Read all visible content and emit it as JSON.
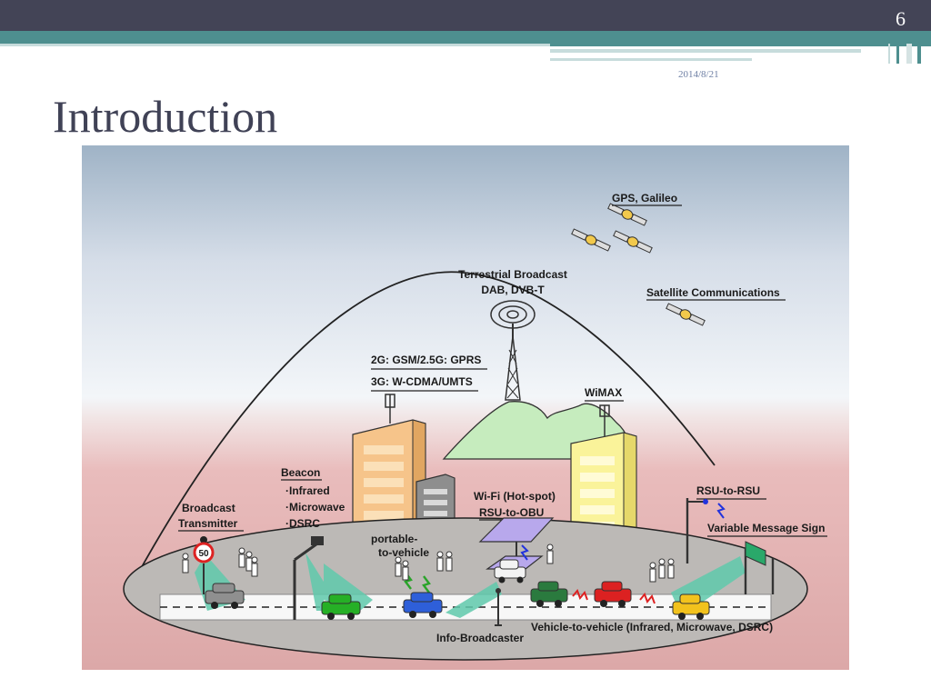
{
  "slide": {
    "number": "6",
    "date": "2014/8/21",
    "title": "Introduction"
  },
  "diagram": {
    "labels": {
      "gps": "GPS, Galileo",
      "terrestrial_line1": "Terrestrial Broadcast",
      "terrestrial_line2": "DAB, DVB-T",
      "satellite": "Satellite Communications",
      "gsm": "2G: GSM/2.5G: GPRS",
      "wcdma": "3G: W-CDMA/UMTS",
      "wimax": "WiMAX",
      "beacon": "Beacon",
      "beacon_infrared": "·Infrared",
      "beacon_microwave": "·Microwave",
      "beacon_dsrc": "·DSRC",
      "wifi": "Wi-Fi (Hot-spot)",
      "rsu_to_obu": "RSU-to-OBU",
      "rsu_to_rsu": "RSU-to-RSU",
      "variable_sign": "Variable Message Sign",
      "broadcast_line1": "Broadcast",
      "broadcast_line2": "Transmitter",
      "portable_line1": "portable-",
      "portable_line2": "to-vehicle",
      "info_broadcaster": "Info-Broadcaster",
      "v2v": "Vehicle-to-vehicle (Infrared, Microwave, DSRC)",
      "speed_limit": "50"
    },
    "colors": {
      "sky_top": "#9fb3c6",
      "sky_mid": "#eef3f7",
      "ground": "#e7b3b3",
      "platform": "#bcb9b6",
      "road": "#f7f7f7",
      "beam": "#5fc9ac",
      "building_orange": "#f6c48a",
      "building_yellow": "#faf39a",
      "building_gray": "#8e8e8e",
      "mountain": "#c6ecbe",
      "car_gray": "#8f8f8f",
      "car_green": "#26b026",
      "car_blue": "#2e5fd9",
      "car_darkgreen": "#2a7a3e",
      "car_red": "#dc2121",
      "car_yellow": "#f2c21d",
      "car_white": "#f3f3f3"
    }
  }
}
